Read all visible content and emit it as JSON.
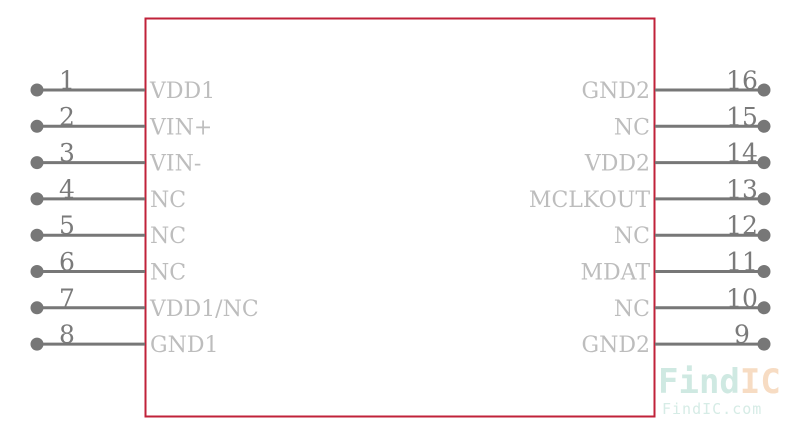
{
  "component": {
    "body_stroke": "#c0223a",
    "pin_color": "#777777",
    "pin_number_color": "#7a7a7a",
    "pin_name_color": "#bdbdbd"
  },
  "left_pins": [
    {
      "number": "1",
      "name": "VDD1"
    },
    {
      "number": "2",
      "name": "VIN+"
    },
    {
      "number": "3",
      "name": "VIN-"
    },
    {
      "number": "4",
      "name": "NC"
    },
    {
      "number": "5",
      "name": "NC"
    },
    {
      "number": "6",
      "name": "NC"
    },
    {
      "number": "7",
      "name": "VDD1/NC"
    },
    {
      "number": "8",
      "name": "GND1"
    }
  ],
  "right_pins": [
    {
      "number": "16",
      "name": "GND2"
    },
    {
      "number": "15",
      "name": "NC"
    },
    {
      "number": "14",
      "name": "VDD2"
    },
    {
      "number": "13",
      "name": "MCLKOUT"
    },
    {
      "number": "12",
      "name": "NC"
    },
    {
      "number": "11",
      "name": "MDAT"
    },
    {
      "number": "10",
      "name": "NC"
    },
    {
      "number": "9",
      "name": "GND2"
    }
  ],
  "watermark": {
    "logo_find": "Find",
    "logo_ic": "IC",
    "url": "FindIC.com",
    "find_color": "#cfe9e2",
    "ic_color": "#f7dcc3",
    "url_color": "#d6ece6"
  }
}
